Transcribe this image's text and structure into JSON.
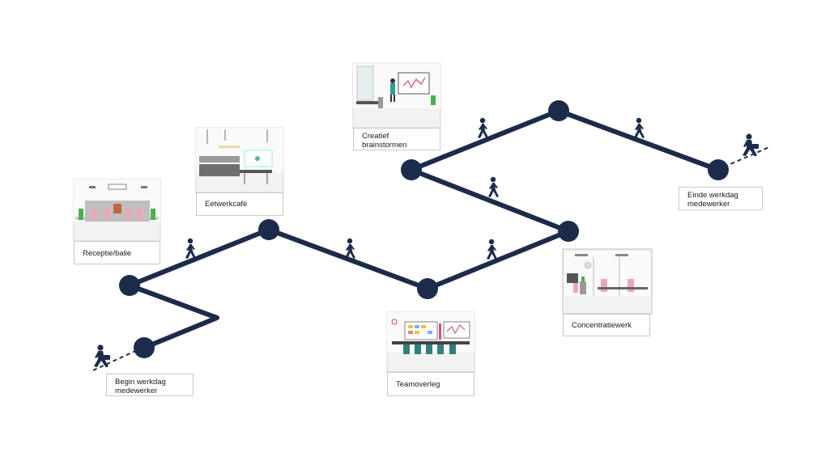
{
  "stops": {
    "begin": "Begin werkdag\nmedewerker",
    "receptie": "Receptie/balie",
    "eetwerkcafe": "Eetwerkcafé",
    "creatief": "Creatief\nbrainstormen",
    "teamoverleg": "Teamoverleg",
    "concentratie": "Concentratiewerk",
    "einde": "Einde werkdag\nmedewerker"
  },
  "colors": {
    "path": "#1c2b4a",
    "accent_pink": "#e8a9b4",
    "accent_teal": "#2f7f7a",
    "accent_green": "#4caf50"
  },
  "icons": [
    "walking-person-icon",
    "person-with-briefcase-icon"
  ]
}
